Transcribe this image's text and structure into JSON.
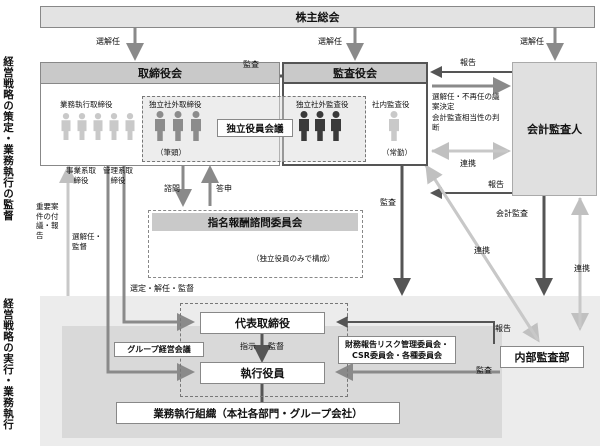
{
  "sections": {
    "top": "経営戦略の策定・業務執行の監督",
    "bottom": "経営戦略の実行・業務執行"
  },
  "boxes": {
    "shareholders": "株主総会",
    "board": "取締役会",
    "audit_board": "監査役会",
    "auditor": "会計監査人",
    "nomination": "指名報酬諮問委員会",
    "independent_meeting": "独立役員会議",
    "president": "代表取締役",
    "officers": "執行役員",
    "internal_audit": "内部監査部",
    "committees": "財務報告リスク管理委員会・CSR委員会・各種委員会",
    "group_meeting": "グループ経営会議",
    "organization": "業務執行組織（本社各部門・グループ会社）"
  },
  "board_labels": {
    "exec_directors": "業務執行取締役",
    "outside_directors": "独立社外取締役",
    "chair_note": "（筆頭）",
    "business_directors": "事業系取締役",
    "admin_directors": "管理系取締役"
  },
  "audit_labels": {
    "outside_auditors": "独立社外監査役",
    "inside_auditor": "社内監査役",
    "fulltime_note": "（常勤）"
  },
  "nomination_note": "（独立役員のみで構成）",
  "arrow_labels": {
    "elect1": "選解任",
    "elect2": "選解任",
    "elect3": "選解任",
    "audit_board_to_board": "監査",
    "report_auditor": "報告",
    "decision": "選解任・不再任の議案決定",
    "evaluation": "会計監査相当性の判断",
    "cooperation1": "連携",
    "report2": "報告",
    "audit2": "監査",
    "accounting_audit": "会計監査",
    "cooperation2": "連携",
    "cooperation3": "連携",
    "inquiry": "諮問",
    "reply": "答申",
    "important": "重要案件の付議・報告",
    "elect_supervise": "選解任・監督",
    "select_supervise": "選定・解任・監督",
    "report3": "報告",
    "audit3": "監査",
    "instruct": "指示",
    "supervise": "監督"
  },
  "colors": {
    "dark": "#555555",
    "mid": "#8a8a8a",
    "light": "#c8c8c8",
    "person_light": "#c9c9c9",
    "person_mid": "#8c8c8c",
    "person_dark": "#3a3a3a",
    "band": "#ececec",
    "band_inner": "#d9d9d9"
  }
}
